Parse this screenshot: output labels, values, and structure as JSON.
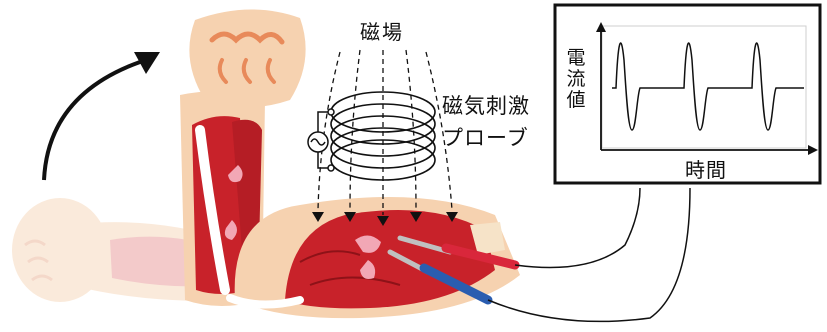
{
  "labels": {
    "magnetic_field": "磁場",
    "probe_line1": "磁気刺激",
    "probe_line2": "プローブ",
    "y_axis": "電流値",
    "x_axis": "時間"
  },
  "colors": {
    "muscle": "#c8222a",
    "skin": "#f6d2b0",
    "tendon": "#ffffff",
    "electrode_red": "#d9273b",
    "electrode_blue": "#2a5db0",
    "lines": "#111111"
  },
  "icons": {
    "motion_arrow": "curved-arrow-icon",
    "ac_source": "ac-source-icon",
    "coil": "coil-icon"
  }
}
